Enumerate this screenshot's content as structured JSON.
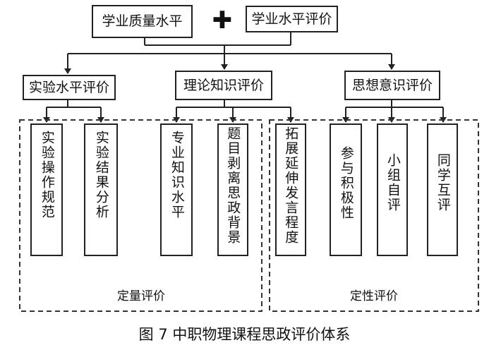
{
  "top": {
    "left_node": "学业质量水平",
    "plus_symbol": "✚",
    "right_node": "学业水平评价"
  },
  "categories": [
    {
      "label": "实验水平评价"
    },
    {
      "label": "理论知识评价"
    },
    {
      "label": "思想意识评价"
    }
  ],
  "leaves": [
    {
      "label": "实验操作规范"
    },
    {
      "label": "实验结果分析"
    },
    {
      "label": "专业知识水平"
    },
    {
      "label": "题目剥离思政背景"
    },
    {
      "label": "拓展延伸发言程度"
    },
    {
      "label": "参与积极性"
    },
    {
      "label": "小组自评"
    },
    {
      "label": "同学互评"
    }
  ],
  "groups": {
    "quantitative": "定量评价",
    "qualitative": "定性评价"
  },
  "caption": "图 7 中职物理课程思政评价体系"
}
